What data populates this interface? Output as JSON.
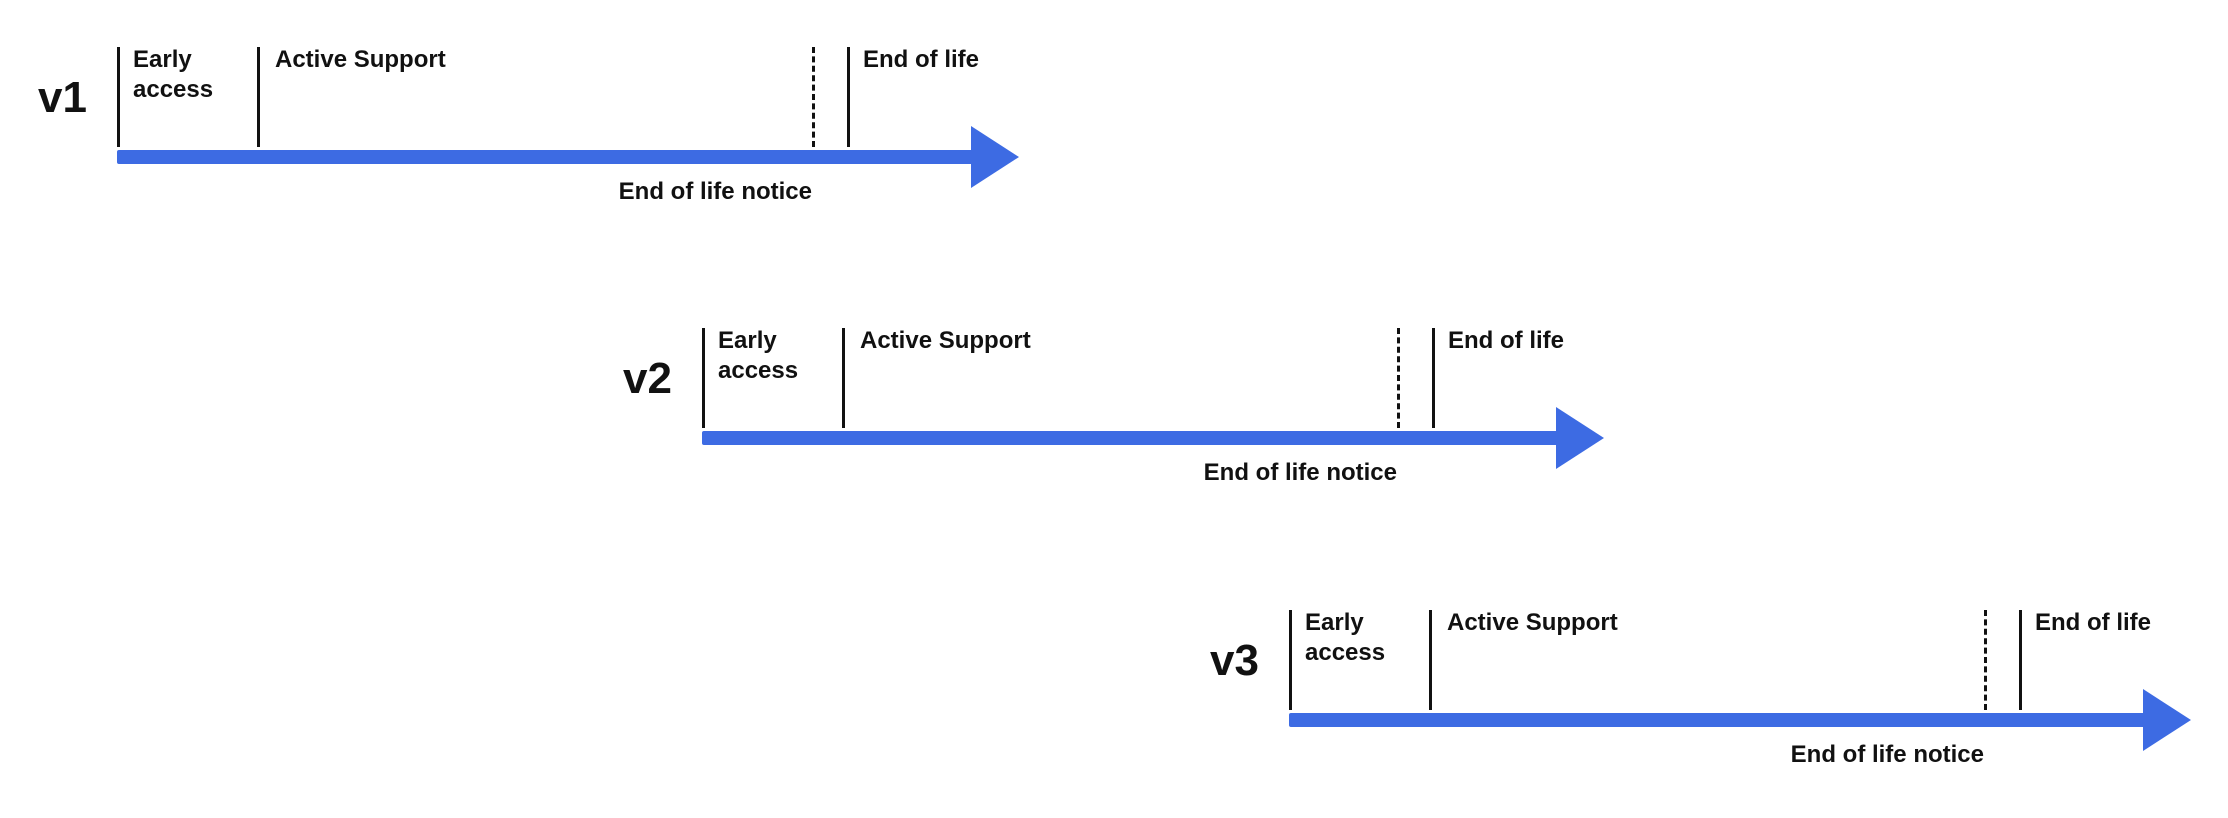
{
  "diagram": {
    "arrow_color": "#3D6BE3",
    "text_color": "#111111",
    "timelines": [
      {
        "version": "v1",
        "labels": {
          "early_access": "Early access",
          "active_support": "Active Support",
          "end_of_life": "End of life",
          "end_of_life_notice": "End of life notice"
        }
      },
      {
        "version": "v2",
        "labels": {
          "early_access": "Early access",
          "active_support": "Active Support",
          "end_of_life": "End of life",
          "end_of_life_notice": "End of life notice"
        }
      },
      {
        "version": "v3",
        "labels": {
          "early_access": "Early access",
          "active_support": "Active Support",
          "end_of_life": "End of life",
          "end_of_life_notice": "End of life notice"
        }
      }
    ]
  }
}
